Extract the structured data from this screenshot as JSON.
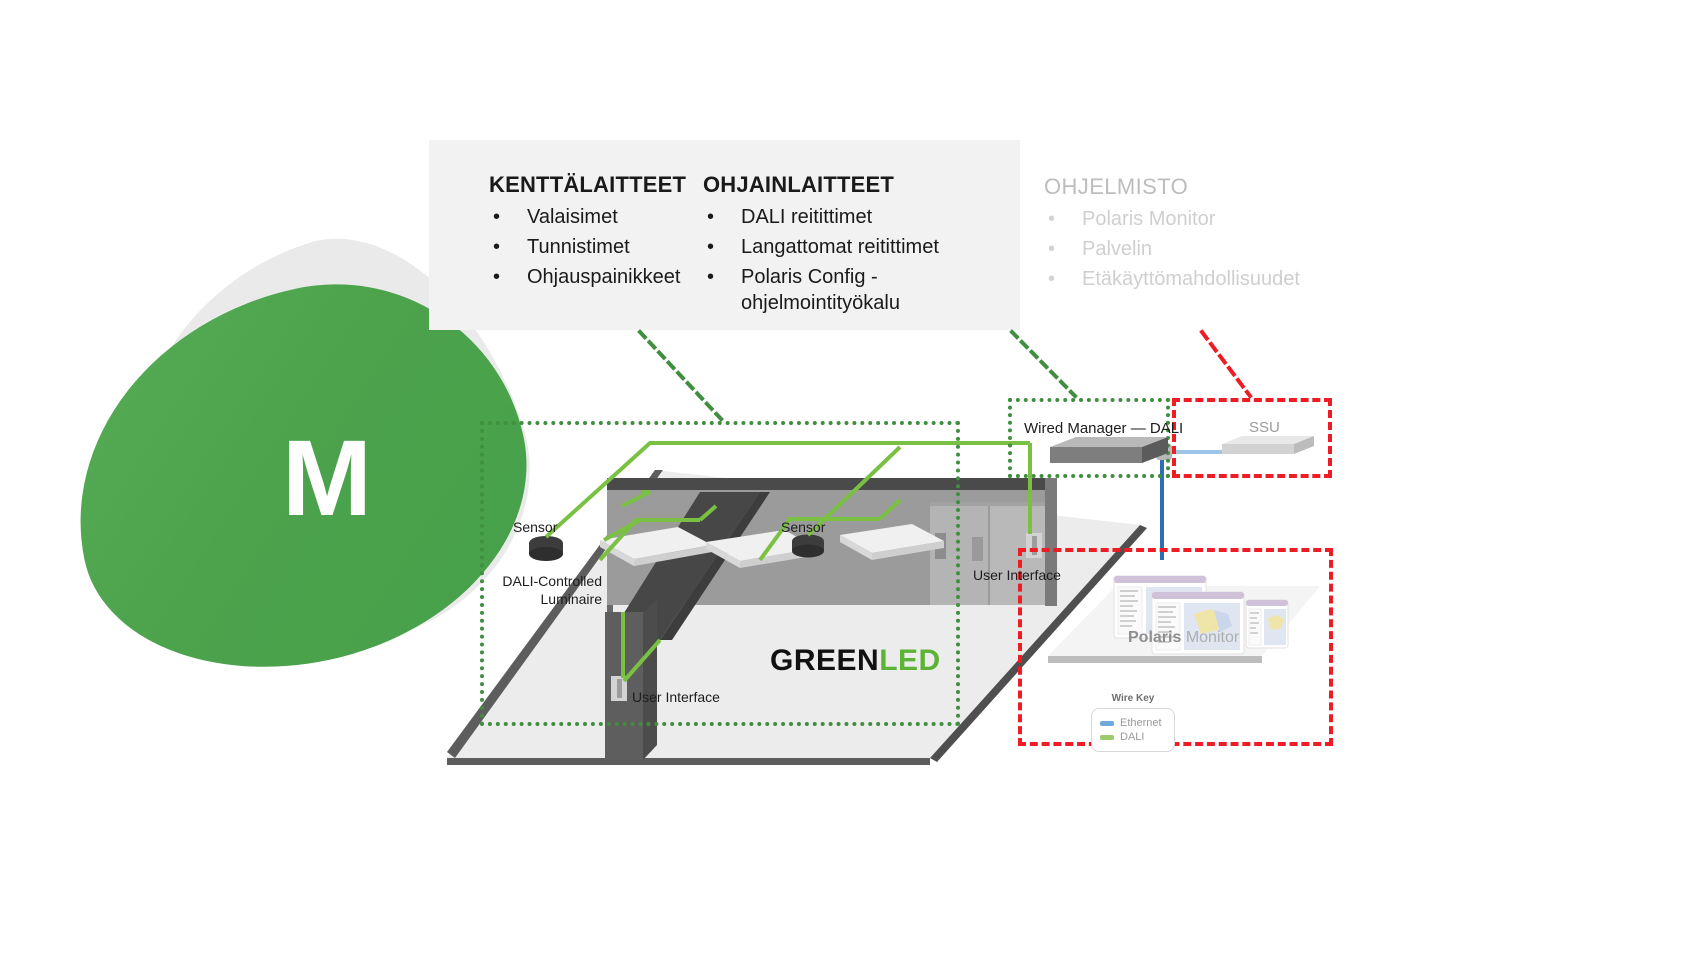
{
  "brand": {
    "blob_letter": "M",
    "logo_primary": "GREEN",
    "logo_secondary": "LED",
    "colors": {
      "green_blob": "#4da34c",
      "grey_blob": "#eaeaea",
      "logo_green": "#5cb335",
      "zone_green": "#3f8f3f",
      "zone_red": "#ee1c25",
      "dali_wire": "#7ac143",
      "ethernet_wire": "#2c6fb5"
    }
  },
  "legend": {
    "columns": [
      {
        "heading": "KENTTÄLAITTEET",
        "items": [
          "Valaisimet",
          "Tunnistimet",
          "Ohjauspainikkeet"
        ],
        "bullet": "•",
        "dimmed": false
      },
      {
        "heading": "OHJAINLAITTEET",
        "items": [
          "DALI reitittimet",
          "Langattomat reitittimet",
          "Polaris Config - ohjelmointityökalu"
        ],
        "bullet": "•",
        "dimmed": false
      },
      {
        "heading": "OHJELMISTO",
        "items": [
          "Polaris Monitor",
          "Palvelin",
          "Etäkäyttömahdollisuudet"
        ],
        "bullet": "•",
        "dimmed": true
      }
    ]
  },
  "diagram": {
    "labels": {
      "sensor_left": "Sensor",
      "sensor_right": "Sensor",
      "luminaire": "DALI-Controlled Luminaire",
      "user_interface_left": "User Interface",
      "user_interface_right": "User Interface",
      "wired_manager": "Wired Manager — DALI",
      "ssu": "SSU",
      "polaris_monitor_bold": "Polaris",
      "polaris_monitor_light": "Monitor"
    },
    "wire_key": {
      "title": "Wire Key",
      "entries": [
        {
          "label": "Ethernet",
          "color": "#6fa8dc"
        },
        {
          "label": "DALI",
          "color": "#9ccb6b"
        }
      ]
    }
  }
}
